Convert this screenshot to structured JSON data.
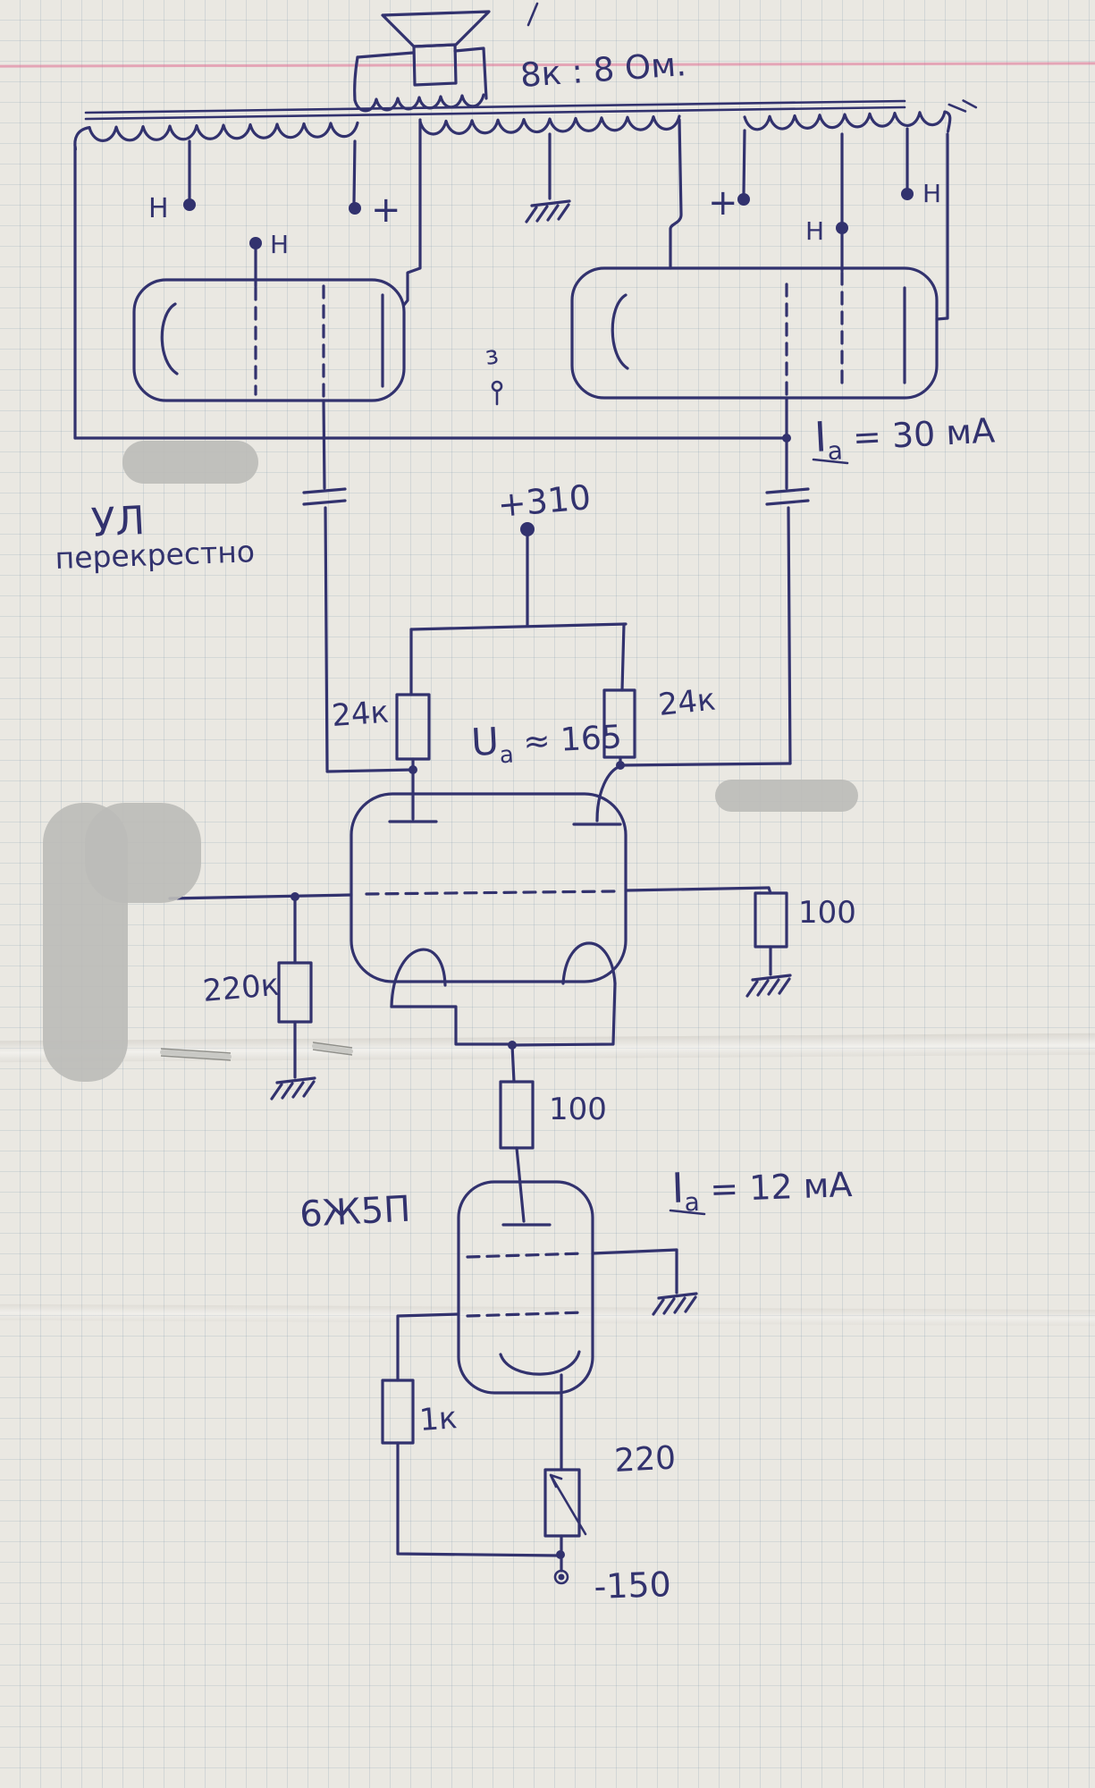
{
  "colors": {
    "ink": "#32326e",
    "paper": "#eae8e2",
    "grid_line": "#9fb4c2",
    "margin_line": "#df6d92",
    "erasure": "#bcbcb9"
  },
  "transformer": {
    "impedance_ratio": "8к : 8 Ом.",
    "tap_labels": {
      "left_start": "Н",
      "left_plus": "+",
      "left_screen_cap": "Н",
      "right_plus": "+",
      "right_start": "Н",
      "right_screen_cap": "Н"
    },
    "grid_mark": "з"
  },
  "annotations": {
    "ul_line1": "УЛ",
    "ul_line2": "перекрестно",
    "output_anode_current": {
      "sym": "I",
      "sub": "a",
      "val": " = 30 мА"
    },
    "supply_positive": "+310",
    "anode_voltage": {
      "sym": "U",
      "sub": "а",
      "val": " ≈ 165"
    },
    "driver_anode_current": {
      "sym": "I",
      "sub": "a",
      "val": " = 12 мА"
    },
    "supply_negative": "-150"
  },
  "components": {
    "anode_resistor_left": "24к",
    "anode_resistor_right": "24к",
    "grid_resistor": "220к",
    "screen_resistor": "100",
    "plate_feed_resistor": "100",
    "driver_tube": "6Ж5П",
    "cathode_resistor": "1к",
    "bias_potentiometer": "220"
  }
}
